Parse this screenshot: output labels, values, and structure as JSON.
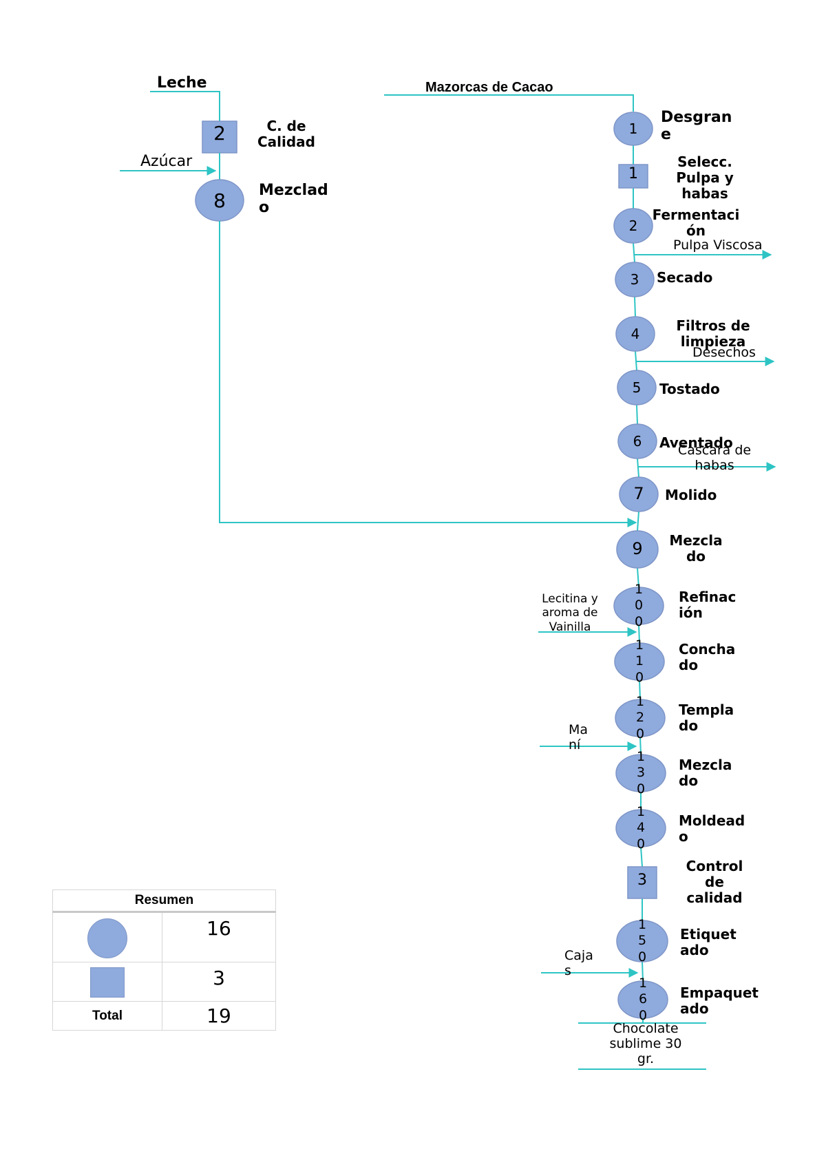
{
  "left_branch": {
    "title": "Leche",
    "inspection": {
      "number": "2",
      "label": "C. de\nCalidad"
    },
    "input": "Azúcar",
    "operation": {
      "number": "8",
      "label": "Mezclad\no"
    }
  },
  "main_branch": {
    "title": "Mazorcas de Cacao",
    "steps": [
      {
        "shape": "circle",
        "number": "1",
        "label": "Desgran\ne"
      },
      {
        "shape": "square",
        "number": "1",
        "label": "Selecc.\nPulpa y\nhabas"
      },
      {
        "shape": "circle",
        "number": "2",
        "label": "Fermentaci\nón"
      },
      {
        "shape": "circle",
        "number": "3",
        "label": "Secado"
      },
      {
        "shape": "circle",
        "number": "4",
        "label": "Filtros de\nlimpieza"
      },
      {
        "shape": "circle",
        "number": "5",
        "label": "Tostado"
      },
      {
        "shape": "circle",
        "number": "6",
        "label": "Aventado"
      },
      {
        "shape": "circle",
        "number": "7",
        "label": "Molido"
      },
      {
        "shape": "circle",
        "number": "9",
        "label": "Mezcla\ndo"
      },
      {
        "shape": "circle",
        "number": "1\n0\n0",
        "label": "Refinac\nión"
      },
      {
        "shape": "circle",
        "number": "1\n1\n0",
        "label": "Concha\ndo"
      },
      {
        "shape": "circle",
        "number": "1\n2\n0",
        "label": "Templa\ndo"
      },
      {
        "shape": "circle",
        "number": "1\n3\n0",
        "label": "Mezcla\ndo"
      },
      {
        "shape": "circle",
        "number": "1\n4\n0",
        "label": "Moldead\no"
      },
      {
        "shape": "square",
        "number": "3",
        "label": "Control\nde\ncalidad"
      },
      {
        "shape": "circle",
        "number": "1\n5\n0",
        "label": "Etiquet\nado"
      },
      {
        "shape": "circle",
        "number": "1\n6\n0",
        "label": "Empaquet\nado"
      }
    ],
    "outputs": [
      "Pulpa Viscosa",
      "Desechos",
      "Cascara de\nhabas"
    ],
    "inputs": [
      "Lecitina y\naroma de\nVainilla",
      "Ma\nní",
      "Caja\ns"
    ],
    "product": "Chocolate\nsublime 30\ngr."
  },
  "summary": {
    "title": "Resumen",
    "circle_count": "16",
    "square_count": "3",
    "total_label": "Total",
    "total": "19"
  },
  "colors": {
    "line": "#2ec4c4",
    "shape_fill": "#8faadc",
    "shape_stroke": "#7f96c8"
  }
}
